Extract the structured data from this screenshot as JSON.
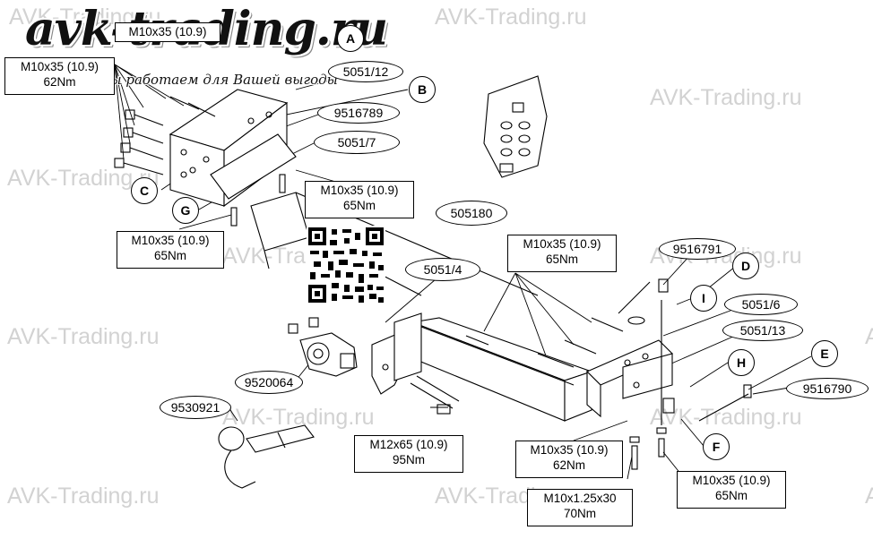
{
  "watermark": "AVK-Trading.ru",
  "logo": {
    "text": "avk-trading.ru",
    "slogan": "Мы работаем для Вашей выгоды"
  },
  "part_numbers": {
    "p5051_12": "5051/12",
    "p9516789": "9516789",
    "p5051_7": "5051/7",
    "p505180": "505180",
    "p5051_4": "5051/4",
    "p9516791": "9516791",
    "p5051_6": "5051/6",
    "p5051_13": "5051/13",
    "p9516790": "9516790",
    "p9520064": "9520064",
    "p9530921": "9530921"
  },
  "letters": {
    "A": "A",
    "B": "B",
    "C": "C",
    "D": "D",
    "E": "E",
    "F": "F",
    "G": "G",
    "H": "H",
    "I": "I"
  },
  "bolts": {
    "top_left": {
      "spec": "M10x35 (10.9)",
      "torque": "62Nm"
    },
    "top_left_hidden": {
      "spec": "M10x35 (10.9)"
    },
    "upper_mid": {
      "spec": "M10x35 (10.9)",
      "torque": "65Nm"
    },
    "left_mid": {
      "spec": "M10x35 (10.9)",
      "torque": "65Nm"
    },
    "right_top": {
      "spec": "M10x35 (10.9)",
      "torque": "65Nm"
    },
    "m12": {
      "spec": "M12x65 (10.9)",
      "torque": "95Nm"
    },
    "bottom_mid": {
      "spec": "M10x35 (10.9)",
      "torque": "62Nm"
    },
    "fine": {
      "spec": "M10x1.25x30",
      "torque": "70Nm"
    },
    "bottom_right": {
      "spec": "M10x35 (10.9)",
      "torque": "65Nm"
    }
  }
}
